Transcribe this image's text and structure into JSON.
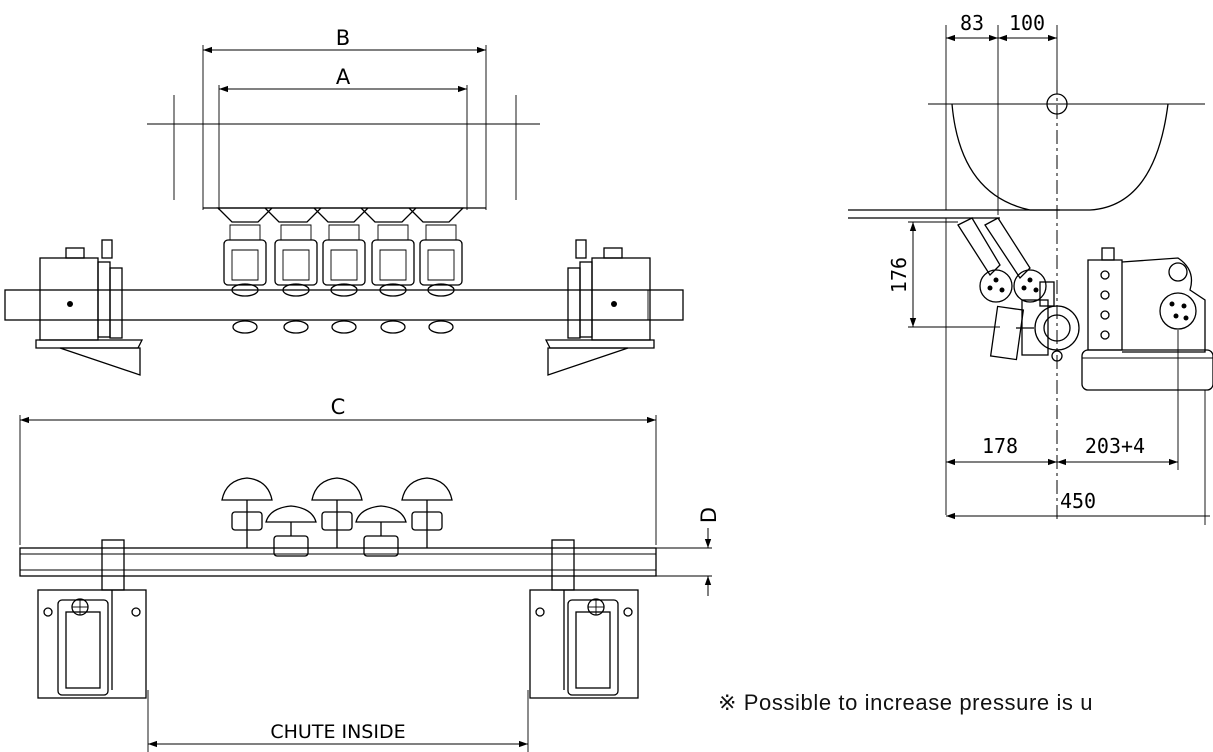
{
  "labels": {
    "dim_a": "A",
    "dim_b": "B",
    "dim_c": "C",
    "dim_d": "D",
    "chute_inside": "CHUTE INSIDE",
    "dim_83": "83",
    "dim_100": "100",
    "dim_176": "176",
    "dim_178": "178",
    "dim_203": "203+4",
    "dim_450": "450"
  },
  "note": "※ Possible to increase pressure is u"
}
